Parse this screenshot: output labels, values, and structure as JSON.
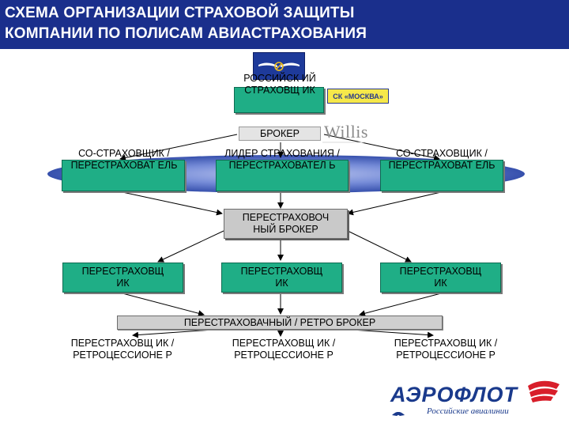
{
  "title": {
    "line1": "СХЕМА ОРГАНИЗАЦИИ СТРАХОВОЙ ЗАЩИТЫ",
    "line2": "КОМПАНИИ ПО ПОЛИСАМ АВИАСТРАХОВАНИЯ"
  },
  "nodes": {
    "russian_insurer": "РОССИЙСК ИЙ СТРАХОВЩ ИК",
    "broker": "БРОКЕР",
    "lead_insurer": "ЛИДЕР СТРАХОВАНИЯ / ПЕРЕСТРАХОВАТЕЛ Ь",
    "co_insurer_left": "СО-СТРАХОВЩИК / ПЕРЕСТРАХОВАТ ЕЛЬ",
    "co_insurer_right": "СО-СТРАХОВЩИК / ПЕРЕСТРАХОВАТ ЕЛЬ",
    "reinsurance_broker": "ПЕРЕСТРАХОВОЧ НЫЙ БРОКЕР",
    "reinsurer_left": "ПЕРЕСТРАХОВЩ ИК",
    "reinsurer_center": "ПЕРЕСТРАХОВЩ ИК",
    "reinsurer_right": "ПЕРЕСТРАХОВЩ ИК",
    "retro_broker": "ПЕРЕСТРАХОВАЧНЫЙ / РЕТРО БРОКЕР",
    "retro_left": "ПЕРЕСТРАХОВЩ ИК / РЕТРОЦЕССИОНЕ Р",
    "retro_center": "ПЕРЕСТРАХОВЩ ИК / РЕТРОЦЕССИОНЕ Р",
    "retro_right": "ПЕРЕСТРАХОВЩ ИК / РЕТРОЦЕССИОНЕ Р"
  },
  "logos": {
    "insurer_badge": "СК «МОСКВА»",
    "broker_logo": "Willis",
    "airline_name": "АЭРОФЛОТ",
    "airline_tagline": "Российские авиалинии"
  },
  "icons": {
    "airline_emblem": "winged-hammer-sickle-icon"
  },
  "colors": {
    "title_bg": "#1a2f8c",
    "box_teal": "#1fae86",
    "box_grey": "#c9c9c9",
    "ellipse": "#4a67c8",
    "brand_blue": "#1a3a8c",
    "brand_red": "#d81e2a",
    "badge_yellow": "#f6e84a"
  }
}
